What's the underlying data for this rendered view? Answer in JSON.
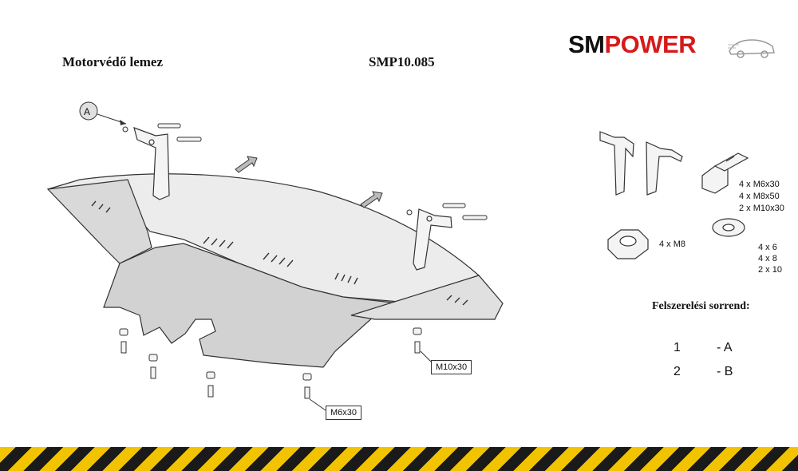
{
  "header": {
    "title": "Motorvédő lemez",
    "code": "SMP10.085"
  },
  "logo": {
    "part1": "SM",
    "part2": "POWER"
  },
  "callouts": {
    "a_marker": "A",
    "m10": "M10x30",
    "m6": "M6x30"
  },
  "parts": {
    "bolts": [
      "4 x M6x30",
      "4 x M8x50",
      "2 x M10x30"
    ],
    "nuts": "4  x  M8",
    "washers": [
      "4  x  6",
      "4  x  8",
      "2  x  10"
    ]
  },
  "sequence": {
    "title": "Felszerelési sorrend:",
    "steps": [
      {
        "num": "1",
        "label": "- A"
      },
      {
        "num": "2",
        "label": "- B"
      }
    ]
  },
  "colors": {
    "brand_red": "#d61a1a",
    "hazard_yellow": "#f2c300",
    "plate_fill": "#e4e4e4"
  }
}
